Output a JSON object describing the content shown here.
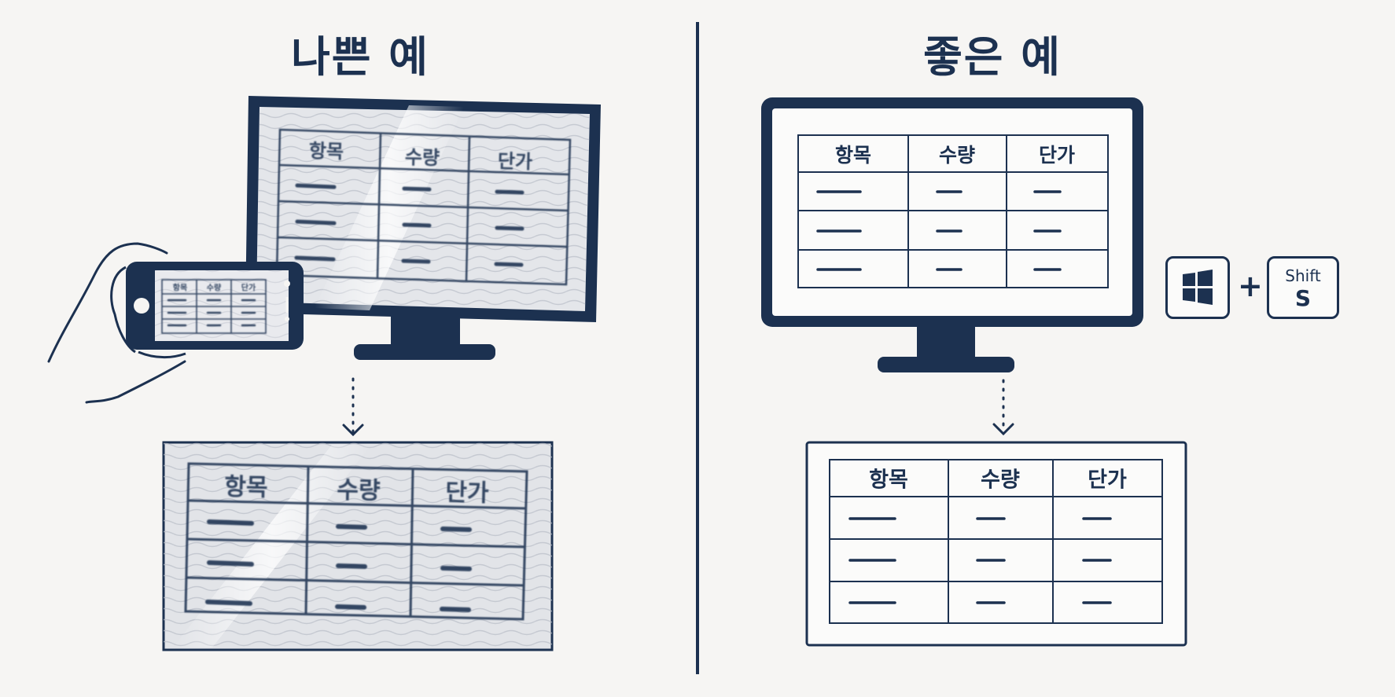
{
  "panels": {
    "bad": {
      "title": "나쁜 예"
    },
    "good": {
      "title": "좋은 예"
    }
  },
  "table": {
    "headers": [
      "항목",
      "수량",
      "단가"
    ]
  },
  "shortcut": {
    "plus": "+",
    "shift_label": "Shift",
    "s_label": "S",
    "windows_key": "windows-logo-icon"
  },
  "colors": {
    "ink": "#1c3150",
    "background": "#f6f5f3",
    "glare_screen": "#e4e6ea"
  }
}
